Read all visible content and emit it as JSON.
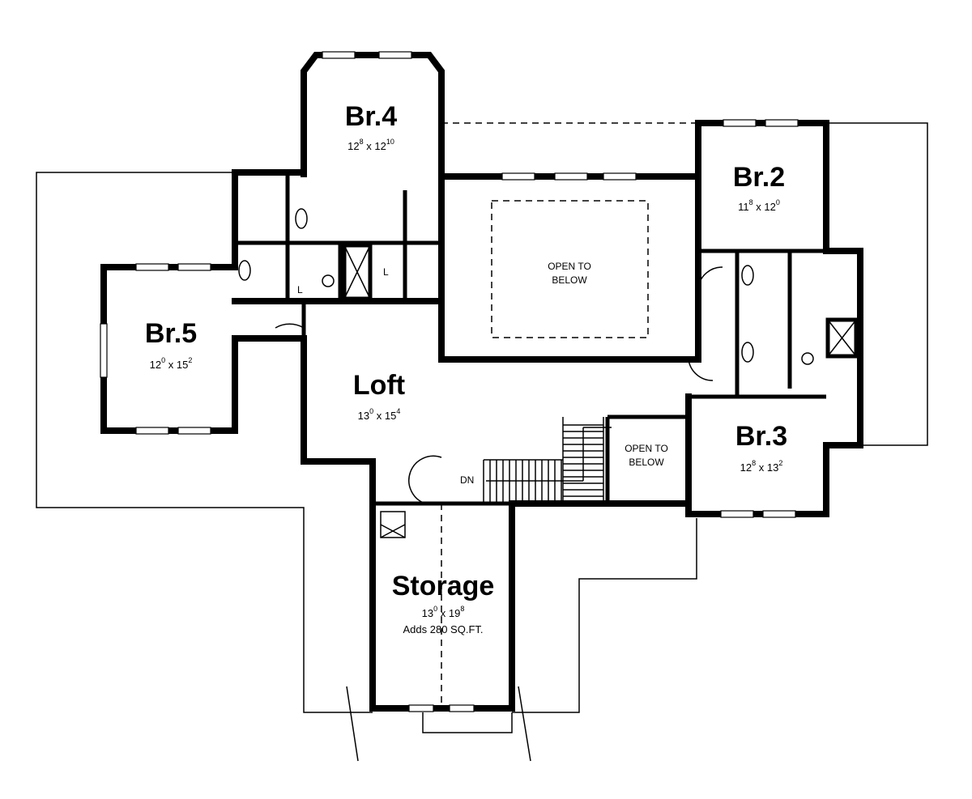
{
  "rooms": [
    {
      "name": "Br.4",
      "dim": {
        "a": "12",
        "a_in": "8",
        "b": "12",
        "b_in": "10"
      }
    },
    {
      "name": "Br.2",
      "dim": {
        "a": "11",
        "a_in": "8",
        "b": "12",
        "b_in": "0"
      }
    },
    {
      "name": "Br.5",
      "dim": {
        "a": "12",
        "a_in": "0",
        "b": "15",
        "b_in": "2"
      }
    },
    {
      "name": "Loft",
      "dim": {
        "a": "13",
        "a_in": "0",
        "b": "15",
        "b_in": "4"
      }
    },
    {
      "name": "Br.3",
      "dim": {
        "a": "12",
        "a_in": "8",
        "b": "13",
        "b_in": "2"
      }
    },
    {
      "name": "Storage",
      "dim": {
        "a": "13",
        "a_in": "0",
        "b": "19",
        "b_in": "8"
      },
      "note": "Adds 280 SQ.FT."
    }
  ],
  "open_to_below_1": [
    "OPEN TO",
    "BELOW"
  ],
  "open_to_below_2": [
    "OPEN TO",
    "BELOW"
  ],
  "stair_label": "DN",
  "laundry_labels": [
    "L",
    "L"
  ]
}
